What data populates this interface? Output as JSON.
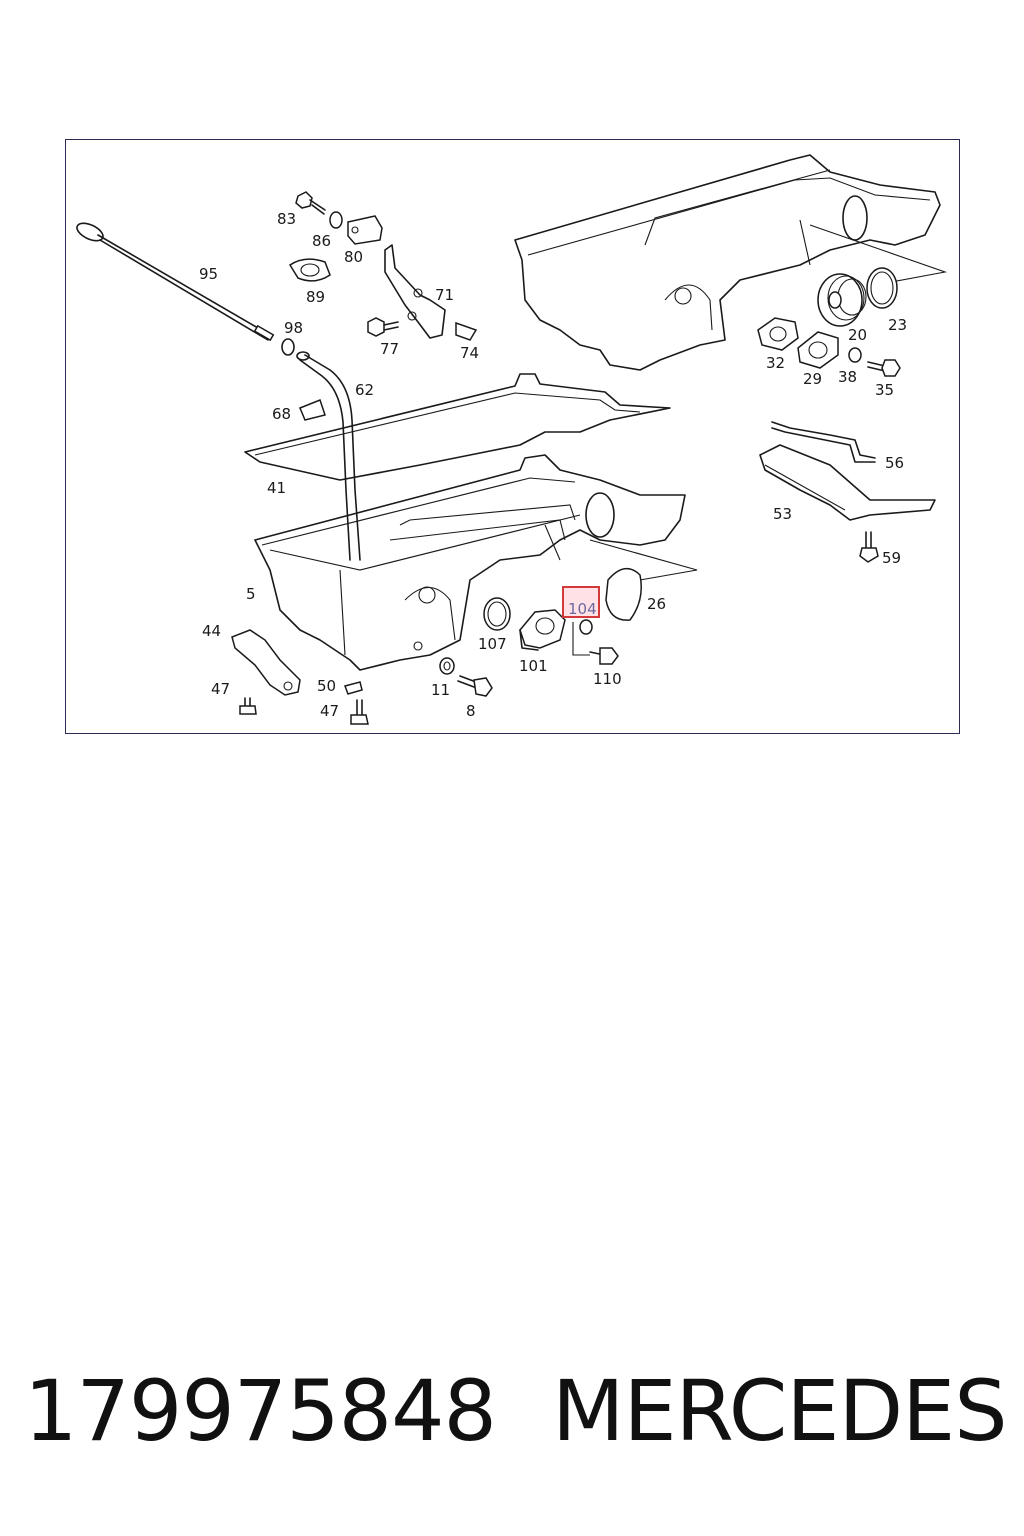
{
  "diagram": {
    "highlight": {
      "label": "104",
      "color": "#d23a3a",
      "text_color": "#6a6aa0"
    },
    "labels": [
      {
        "id": "83",
        "text": "83"
      },
      {
        "id": "86",
        "text": "86"
      },
      {
        "id": "80",
        "text": "80"
      },
      {
        "id": "95",
        "text": "95"
      },
      {
        "id": "89",
        "text": "89"
      },
      {
        "id": "71",
        "text": "71"
      },
      {
        "id": "98",
        "text": "98"
      },
      {
        "id": "77",
        "text": "77"
      },
      {
        "id": "74",
        "text": "74"
      },
      {
        "id": "62",
        "text": "62"
      },
      {
        "id": "68",
        "text": "68"
      },
      {
        "id": "41",
        "text": "41"
      },
      {
        "id": "5",
        "text": "5"
      },
      {
        "id": "44",
        "text": "44"
      },
      {
        "id": "47a",
        "text": "47"
      },
      {
        "id": "50",
        "text": "50"
      },
      {
        "id": "47b",
        "text": "47"
      },
      {
        "id": "11",
        "text": "11"
      },
      {
        "id": "8",
        "text": "8"
      },
      {
        "id": "107",
        "text": "107"
      },
      {
        "id": "101",
        "text": "101"
      },
      {
        "id": "110",
        "text": "110"
      },
      {
        "id": "26",
        "text": "26"
      },
      {
        "id": "20",
        "text": "20"
      },
      {
        "id": "23",
        "text": "23"
      },
      {
        "id": "32",
        "text": "32"
      },
      {
        "id": "29",
        "text": "29"
      },
      {
        "id": "38",
        "text": "38"
      },
      {
        "id": "35",
        "text": "35"
      },
      {
        "id": "56",
        "text": "56"
      },
      {
        "id": "53",
        "text": "53"
      },
      {
        "id": "59",
        "text": "59"
      }
    ]
  },
  "footer": {
    "part_number": "179975848",
    "brand": "MERCEDES"
  }
}
